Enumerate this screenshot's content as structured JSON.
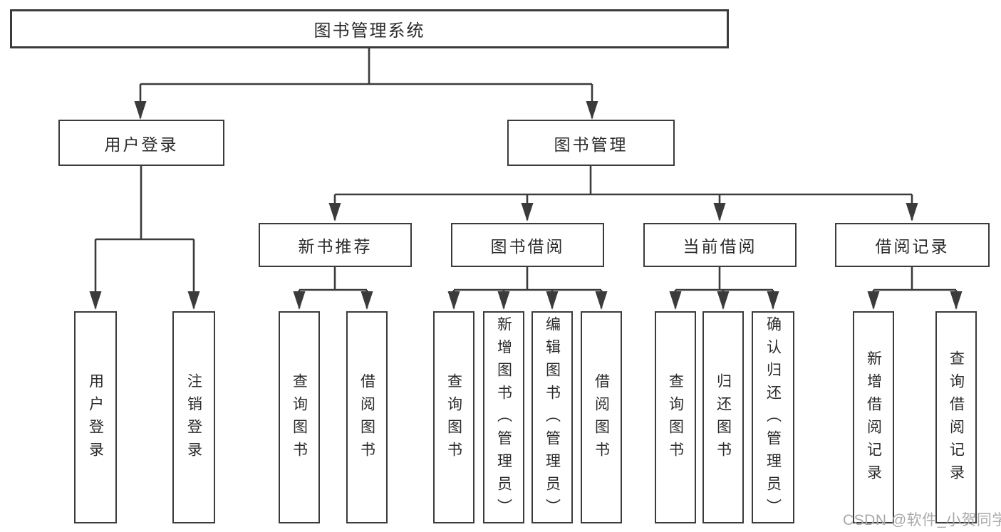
{
  "diagram_title": "图书管理系统",
  "nodes": {
    "root": "图书管理系统",
    "user_login": "用户登录",
    "book_mgmt": "图书管理",
    "new_book_rec": "新书推荐",
    "book_borrow": "图书借阅",
    "current_borrow": "当前借阅",
    "borrow_record": "借阅记录",
    "leaf_user_login": "用户登录",
    "leaf_logout": "注销登录",
    "leaf_query_book_1": "查询图书",
    "leaf_borrow_book_1": "借阅图书",
    "leaf_query_book_2": "查询图书",
    "leaf_add_book": "新增图书（管理员）",
    "leaf_edit_book": "编辑图书（管理员）",
    "leaf_borrow_book_2": "借阅图书",
    "leaf_query_book_3": "查询图书",
    "leaf_return_book": "归还图书",
    "leaf_confirm_return": "确认归还（管理员）",
    "leaf_add_record": "新增借阅记录",
    "leaf_query_record": "查询借阅记录"
  },
  "watermark": "CSDN @软件_小贺同学",
  "colors": {
    "line": "#3b3b3b",
    "text": "#2b2b2b",
    "background": "#ffffff",
    "watermark": "#a9a9a9"
  }
}
